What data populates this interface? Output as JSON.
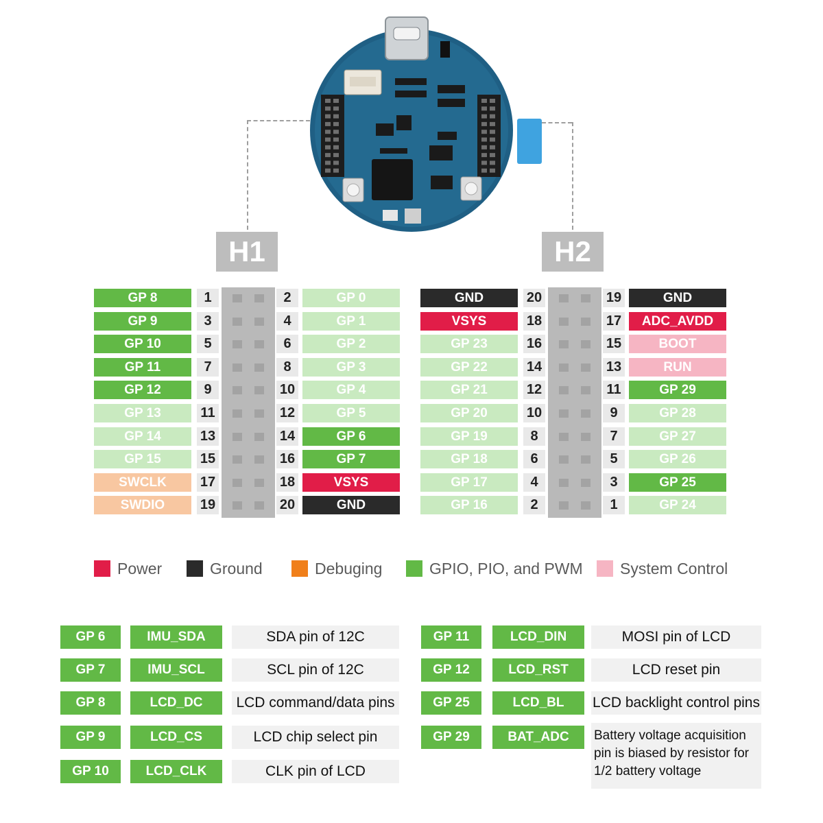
{
  "headers": {
    "h1": "H1",
    "h2": "H2"
  },
  "colors": {
    "gpio": "#62b946",
    "gpio_light": "#c9eac0",
    "power": "#e11d48",
    "ground": "#2a2a2a",
    "debug": "#f8c7a1",
    "system": "#f6b5c3"
  },
  "h1_rows": [
    {
      "left": "GP 8",
      "lc": "green",
      "ln": "1",
      "rn": "2",
      "right": "GP 0",
      "rc": "lgreen"
    },
    {
      "left": "GP 9",
      "lc": "green",
      "ln": "3",
      "rn": "4",
      "right": "GP 1",
      "rc": "lgreen"
    },
    {
      "left": "GP 10",
      "lc": "green",
      "ln": "5",
      "rn": "6",
      "right": "GP 2",
      "rc": "lgreen"
    },
    {
      "left": "GP 11",
      "lc": "green",
      "ln": "7",
      "rn": "8",
      "right": "GP 3",
      "rc": "lgreen"
    },
    {
      "left": "GP 12",
      "lc": "green",
      "ln": "9",
      "rn": "10",
      "right": "GP 4",
      "rc": "lgreen"
    },
    {
      "left": "GP 13",
      "lc": "lgreen",
      "ln": "11",
      "rn": "12",
      "right": "GP 5",
      "rc": "lgreen"
    },
    {
      "left": "GP 14",
      "lc": "lgreen",
      "ln": "13",
      "rn": "14",
      "right": "GP 6",
      "rc": "green"
    },
    {
      "left": "GP 15",
      "lc": "lgreen",
      "ln": "15",
      "rn": "16",
      "right": "GP 7",
      "rc": "green"
    },
    {
      "left": "SWCLK",
      "lc": "orange",
      "ln": "17",
      "rn": "18",
      "right": "VSYS",
      "rc": "red"
    },
    {
      "left": "SWDIO",
      "lc": "orange",
      "ln": "19",
      "rn": "20",
      "right": "GND",
      "rc": "black"
    }
  ],
  "h2_rows": [
    {
      "left": "GND",
      "lc": "black",
      "ln": "20",
      "rn": "19",
      "right": "GND",
      "rc": "black"
    },
    {
      "left": "VSYS",
      "lc": "red",
      "ln": "18",
      "rn": "17",
      "right": "ADC_AVDD",
      "rc": "red"
    },
    {
      "left": "GP 23",
      "lc": "lgreen",
      "ln": "16",
      "rn": "15",
      "right": "BOOT",
      "rc": "pink"
    },
    {
      "left": "GP 22",
      "lc": "lgreen",
      "ln": "14",
      "rn": "13",
      "right": "RUN",
      "rc": "pink"
    },
    {
      "left": "GP 21",
      "lc": "lgreen",
      "ln": "12",
      "rn": "11",
      "right": "GP 29",
      "rc": "green"
    },
    {
      "left": "GP 20",
      "lc": "lgreen",
      "ln": "10",
      "rn": "9",
      "right": "GP 28",
      "rc": "lgreen"
    },
    {
      "left": "GP 19",
      "lc": "lgreen",
      "ln": "8",
      "rn": "7",
      "right": "GP 27",
      "rc": "lgreen"
    },
    {
      "left": "GP 18",
      "lc": "lgreen",
      "ln": "6",
      "rn": "5",
      "right": "GP 26",
      "rc": "lgreen"
    },
    {
      "left": "GP 17",
      "lc": "lgreen",
      "ln": "4",
      "rn": "3",
      "right": "GP 25",
      "rc": "green"
    },
    {
      "left": "GP 16",
      "lc": "lgreen",
      "ln": "2",
      "rn": "1",
      "right": "GP 24",
      "rc": "lgreen"
    }
  ],
  "legend": [
    {
      "label": "Power",
      "color": "#e11d48"
    },
    {
      "label": "Ground",
      "color": "#2a2a2a"
    },
    {
      "label": "Debuging",
      "color": "#f07f1a"
    },
    {
      "label": "GPIO, PIO, and PWM",
      "color": "#62b946"
    },
    {
      "label": "System Control",
      "color": "#f6b5c3"
    }
  ],
  "functions_left": [
    {
      "pin": "GP 6",
      "name": "IMU_SDA",
      "desc": "SDA pin of 12C"
    },
    {
      "pin": "GP 7",
      "name": "IMU_SCL",
      "desc": "SCL pin of 12C"
    },
    {
      "pin": "GP 8",
      "name": "LCD_DC",
      "desc": "LCD command/data pins"
    },
    {
      "pin": "GP 9",
      "name": "LCD_CS",
      "desc": "LCD chip select pin"
    },
    {
      "pin": "GP 10",
      "name": "LCD_CLK",
      "desc": "CLK pin of LCD"
    }
  ],
  "functions_right": [
    {
      "pin": "GP 11",
      "name": "LCD_DIN",
      "desc": "MOSI pin of LCD"
    },
    {
      "pin": "GP 12",
      "name": "LCD_RST",
      "desc": "LCD reset pin"
    },
    {
      "pin": "GP 25",
      "name": "LCD_BL",
      "desc": "LCD backlight control pins"
    },
    {
      "pin": "GP 29",
      "name": "BAT_ADC",
      "desc": "Battery voltage acquisition pin is biased by resistor for 1/2 battery voltage",
      "desc_lines": [
        "Battery voltage acquisition",
        "pin is biased by resistor for",
        "1/2 battery voltage"
      ]
    }
  ]
}
